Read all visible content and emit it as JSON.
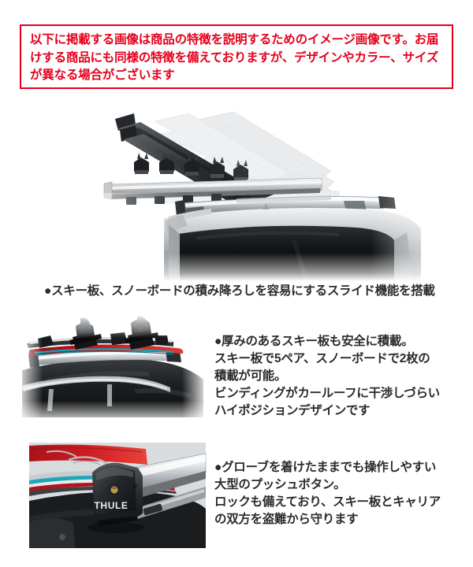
{
  "notice": {
    "text": "以下に掲載する画像は商品の特徴を説明するためのイメージ画像です。お届けする商品にも同様の特徴を備えておりますが、デザインやカラー、サイズが異なる場合がございます",
    "border_color": "#e4001b",
    "text_color": "#e4001b"
  },
  "hero": {
    "image_alt": "ルーフレール上のスライド式スキーキャリア（スライド動作を示すゴースト表示付き）",
    "caption": "●スキー板、スノーボードの積み降ろしを容易にするスライド機能を搭載"
  },
  "features": [
    {
      "image_alt": "ルーフキャリアに積載されたスノーボードとビンディング",
      "text": "●厚みのあるスキー板も安全に積載。\nスキー板で5ペア、スノーボードで2枚の\n積載が可能。\nビンディングがカールーフに干渉しづらい\nハイポジションデザインです"
    },
    {
      "image_alt": "THULEロゴ入り大型プッシュボタンとロックのクローズアップ",
      "brand_label": "THULE",
      "text": "●グローブを着けたままでも操作しやすい\n大型のプッシュボタン。\nロックも備えており、スキー板とキャリア\nの双方を盗難から守ります"
    }
  ],
  "colors": {
    "text": "#2b2b2b",
    "accent_red": "#e4001b",
    "page_background": "#ffffff",
    "ski_red": "#c4161c",
    "metal_light": "#d8dadc",
    "metal_dark": "#3a3d40",
    "ghost_gray": "#e3e5e7"
  }
}
